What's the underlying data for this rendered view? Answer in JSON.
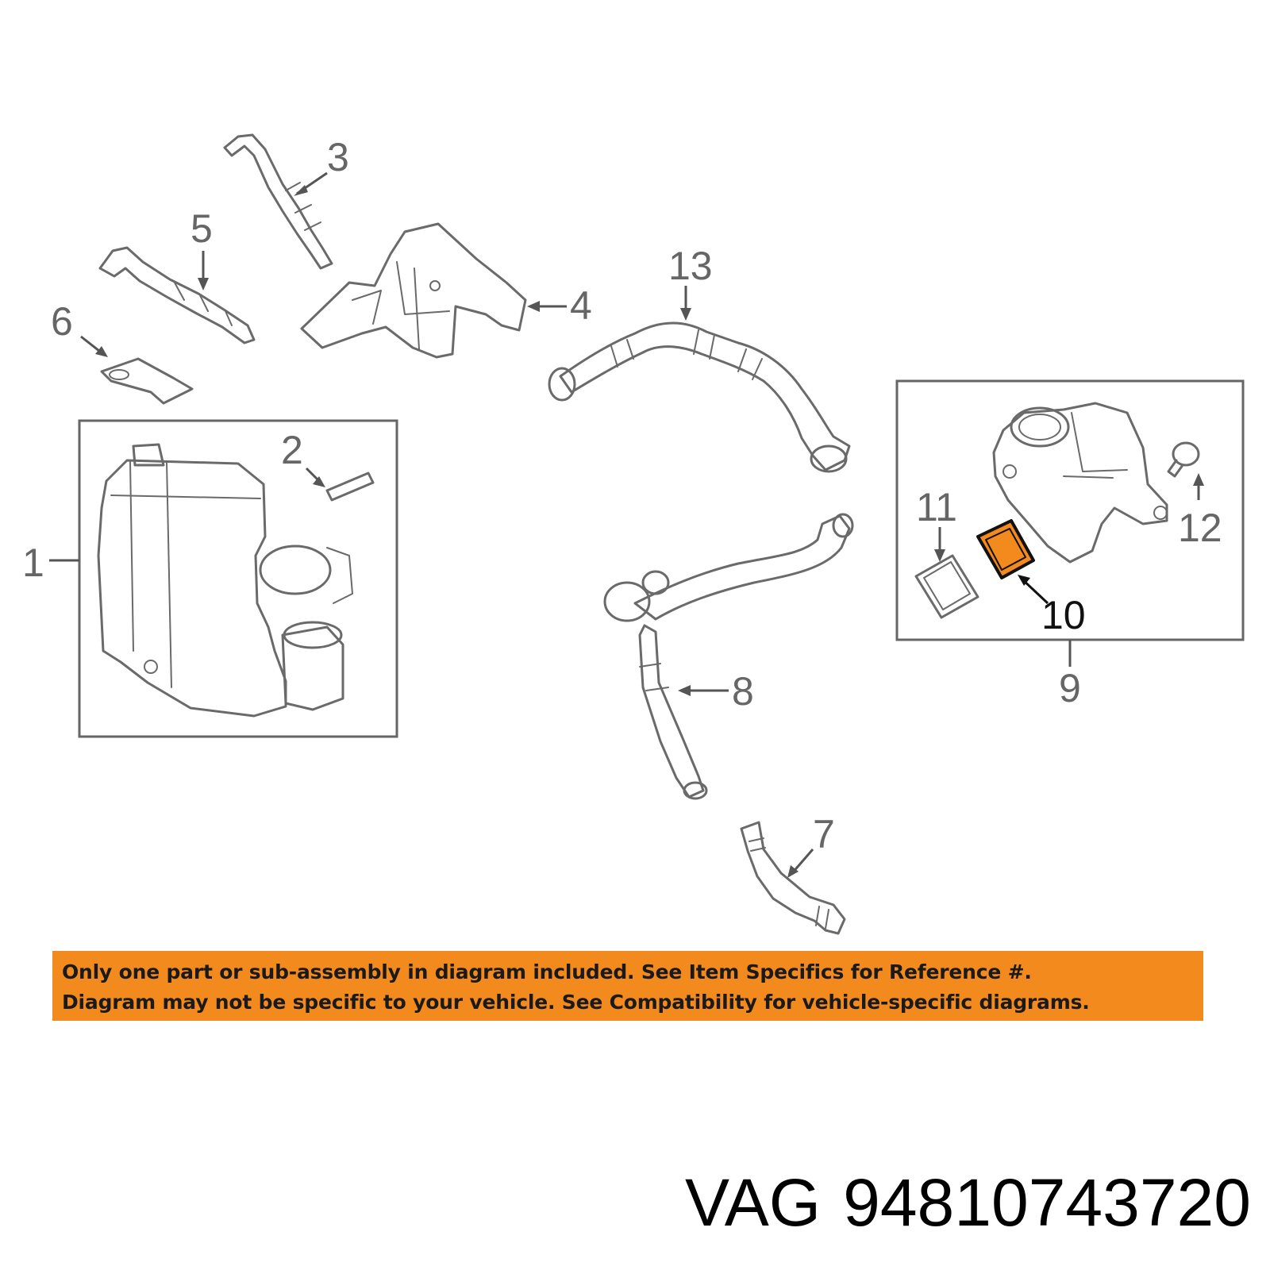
{
  "callouts": {
    "c1": "1",
    "c2": "2",
    "c3": "3",
    "c4": "4",
    "c5": "5",
    "c6": "6",
    "c7": "7",
    "c8": "8",
    "c9": "9",
    "c10": "10",
    "c11": "11",
    "c12": "12",
    "c13": "13"
  },
  "notice": {
    "line1": "Only one part or sub-assembly in diagram included. See Item Specifics for Reference #.",
    "line2": "Diagram may not be specific to your vehicle. See Compatibility for vehicle-specific diagrams."
  },
  "part_reference": {
    "brand": "VAG",
    "number": "94810743720"
  },
  "colors": {
    "highlight": "#f28a1e",
    "line_art": "#6a6a6a"
  }
}
